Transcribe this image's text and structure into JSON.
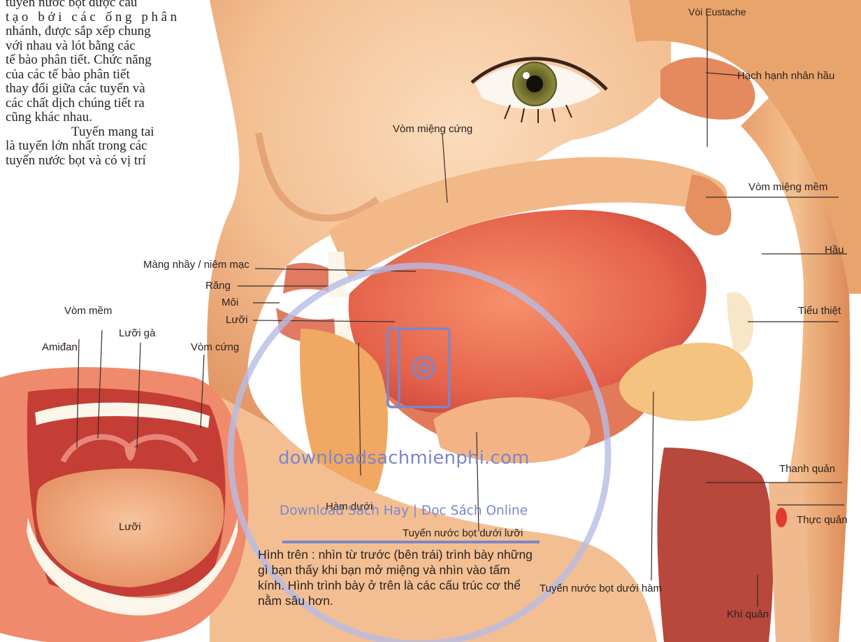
{
  "body_text": {
    "lines": [
      "tuyến nước bọt được cấu",
      "tạo bởi các ống phân",
      "nhánh, được sắp xếp chung",
      "với nhau và lót bằng các",
      "tế bào phân tiết. Chức năng",
      "của các tế bào phân tiết",
      "thay đổi giữa các tuyến và",
      "các chất dịch chúng tiết ra",
      "cũng khác nhau.",
      "Tuyến mang tai",
      "là tuyến lớn nhất trong các",
      "tuyến nước bọt và có vị trí"
    ]
  },
  "labels": {
    "voi_eustache": "Vòi Eustache",
    "hach_hanh_nhan_hau": "Hạch hạnh nhân hầu",
    "vom_mieng_cung": "Vòm miệng cứng",
    "vom_mieng_mem": "Vòm miệng mềm",
    "hau": "Hầu",
    "mang_nhay": "Màng nhầy / niêm mạc",
    "rang": "Răng",
    "moi": "Môi",
    "luoi_side": "Lưỡi",
    "tieu_thiet": "Tiểu thiệt",
    "vom_mem": "Vòm mềm",
    "luoi_ga": "Lưỡi gà",
    "amidan": "Amiđan",
    "vom_cung": "Vòm cứng",
    "luoi_front": "Lưỡi",
    "ham_duoi": "Hàm dưới",
    "tuyen_duoi_luoi": "Tuyến nước bọt dưới lưỡi",
    "thanh_quan": "Thanh quản",
    "thuc_quan": "Thực quản",
    "tuyen_duoi_ham": "Tuyến nước bọt dưới hàm",
    "khi_quan": "Khí quản"
  },
  "caption": {
    "text": "Hình trên : nhìn từ trước (bên trái) trình bày những gì bạn thấy khi bạn mở miệng và nhìn vào tấm kính. Hình trình bày ở trên là các cấu trúc cơ thể nằm sâu hơn."
  },
  "watermark": {
    "site": "downloadsachmienphi.com",
    "tagline": "Download Sách Hay | Đọc Sách Online",
    "icon": "notebook-at-icon",
    "color": "#7d86c9"
  },
  "colors": {
    "skin": "#f4c195",
    "muscle": "#e5684f",
    "tissue": "#e9a268",
    "gland": "#f2c07c"
  }
}
